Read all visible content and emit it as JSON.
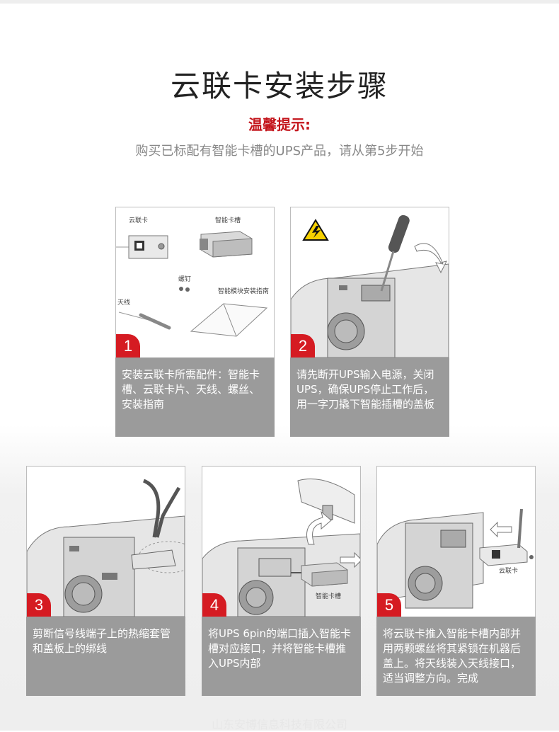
{
  "header": {
    "title": "云联卡安装步骤",
    "tip_title": "温馨提示:",
    "tip_text": "购买已标配有智能卡槽的UPS产品，请从第5步开始"
  },
  "steps": [
    {
      "number": "1",
      "text": "安装云联卡所需配件：智能卡槽、云联卡片、天线、螺丝、安装指南",
      "labels": {
        "card": "云联卡",
        "slot": "智能卡槽",
        "screw": "螺钉",
        "antenna": "天线",
        "guide": "智能模块安装指南"
      }
    },
    {
      "number": "2",
      "text": "请先断开UPS输入电源，关闭UPS，确保UPS停止工作后，用一字刀撬下智能插槽的盖板"
    },
    {
      "number": "3",
      "text": "剪断信号线端子上的热缩套管和盖板上的绑线"
    },
    {
      "number": "4",
      "text": "将UPS 6pin的端口插入智能卡槽对应接口，并将智能卡槽推入UPS内部",
      "labels": {
        "slot": "智能卡槽"
      }
    },
    {
      "number": "5",
      "text": "将云联卡推入智能卡槽内部并用两颗螺丝将其紧锁在机器后盖上。将天线装入天线接口，适当调整方向。完成",
      "labels": {
        "card": "云联卡"
      }
    }
  ],
  "footer": {
    "watermark": "山东安博信息科技有限公司"
  },
  "colors": {
    "accent": "#c4151c",
    "badge": "#d51b22",
    "desc_bg": "#9b9b9b"
  }
}
